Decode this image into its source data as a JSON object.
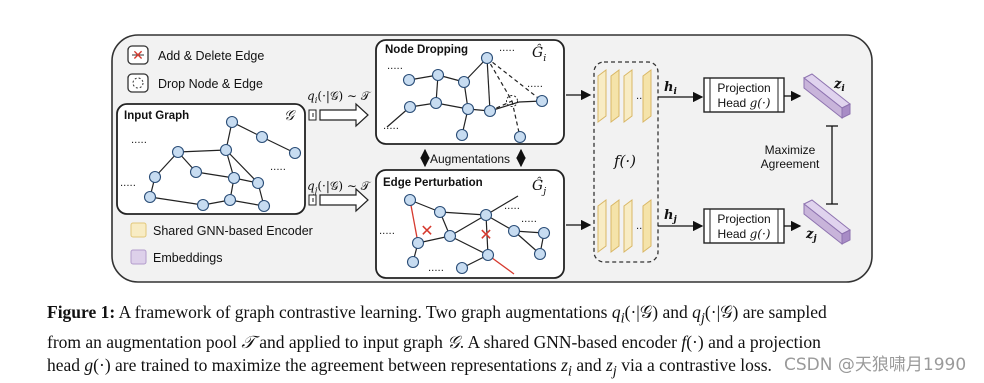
{
  "legend": {
    "add_delete_edge": "Add & Delete Edge",
    "drop_node_edge": "Drop Node & Edge",
    "shared_encoder": "Shared GNN-based Encoder",
    "embeddings": "Embeddings"
  },
  "input_graph": {
    "title": "Input Graph",
    "symbol": "𝒢"
  },
  "aug_top": {
    "title": "Node Dropping",
    "symbol": "Ĝ",
    "sub": "i",
    "sampler": "q",
    "sampler_sub": "i",
    "sampler_rest": "(·|𝒢) ∼ 𝒯"
  },
  "aug_bottom": {
    "title": "Edge Perturbation",
    "symbol": "Ĝ",
    "sub": "j",
    "sampler": "q",
    "sampler_sub": "j",
    "sampler_rest": "(·|𝒢) ∼ 𝒯"
  },
  "augmentations_label": "Augmentations",
  "encoder_label": "f(·)",
  "h_top": {
    "base": "h",
    "sub": "i"
  },
  "h_bottom": {
    "base": "h",
    "sub": "j"
  },
  "projection": {
    "line1": "Projection",
    "line2": "Head",
    "func": "g(·)"
  },
  "z_top": {
    "base": "z",
    "sub": "i"
  },
  "z_bottom": {
    "base": "z",
    "sub": "j"
  },
  "maximize": {
    "line1": "Maximize",
    "line2": "Agreement"
  },
  "colors": {
    "node": "#c7dcf1",
    "encoder": "#f2e0a8",
    "embedding": "#c8b4da",
    "perturb": "#d63a2f",
    "panel": "#f2f2f2"
  },
  "caption": {
    "label": "Figure 1:",
    "s1": " A framework of graph contrastive learning. Two graph augmentations ",
    "qi": "q",
    "qi_sub": "i",
    "qi_rest": "(·|𝒢)",
    "s2": " and ",
    "qj": "q",
    "qj_sub": "j",
    "qj_rest": "(·|𝒢)",
    "s3": " are sampled",
    "s4": "from an augmentation pool ",
    "pool": "𝒯",
    "s5": " and applied to input graph ",
    "graph": "𝒢",
    "s6": ". A shared GNN-based encoder ",
    "f": "f",
    "f_rest": "(·)",
    "s7": " and a projection",
    "s8": "head ",
    "g": "g",
    "g_rest": "(·)",
    "s9": " are trained to maximize the agreement between representations ",
    "zi": "z",
    "zi_sub": "i",
    "s10": " and ",
    "zj": "z",
    "zj_sub": "j",
    "s11": " via a contrastive loss."
  },
  "watermark": "CSDN @天狼啸月1990"
}
